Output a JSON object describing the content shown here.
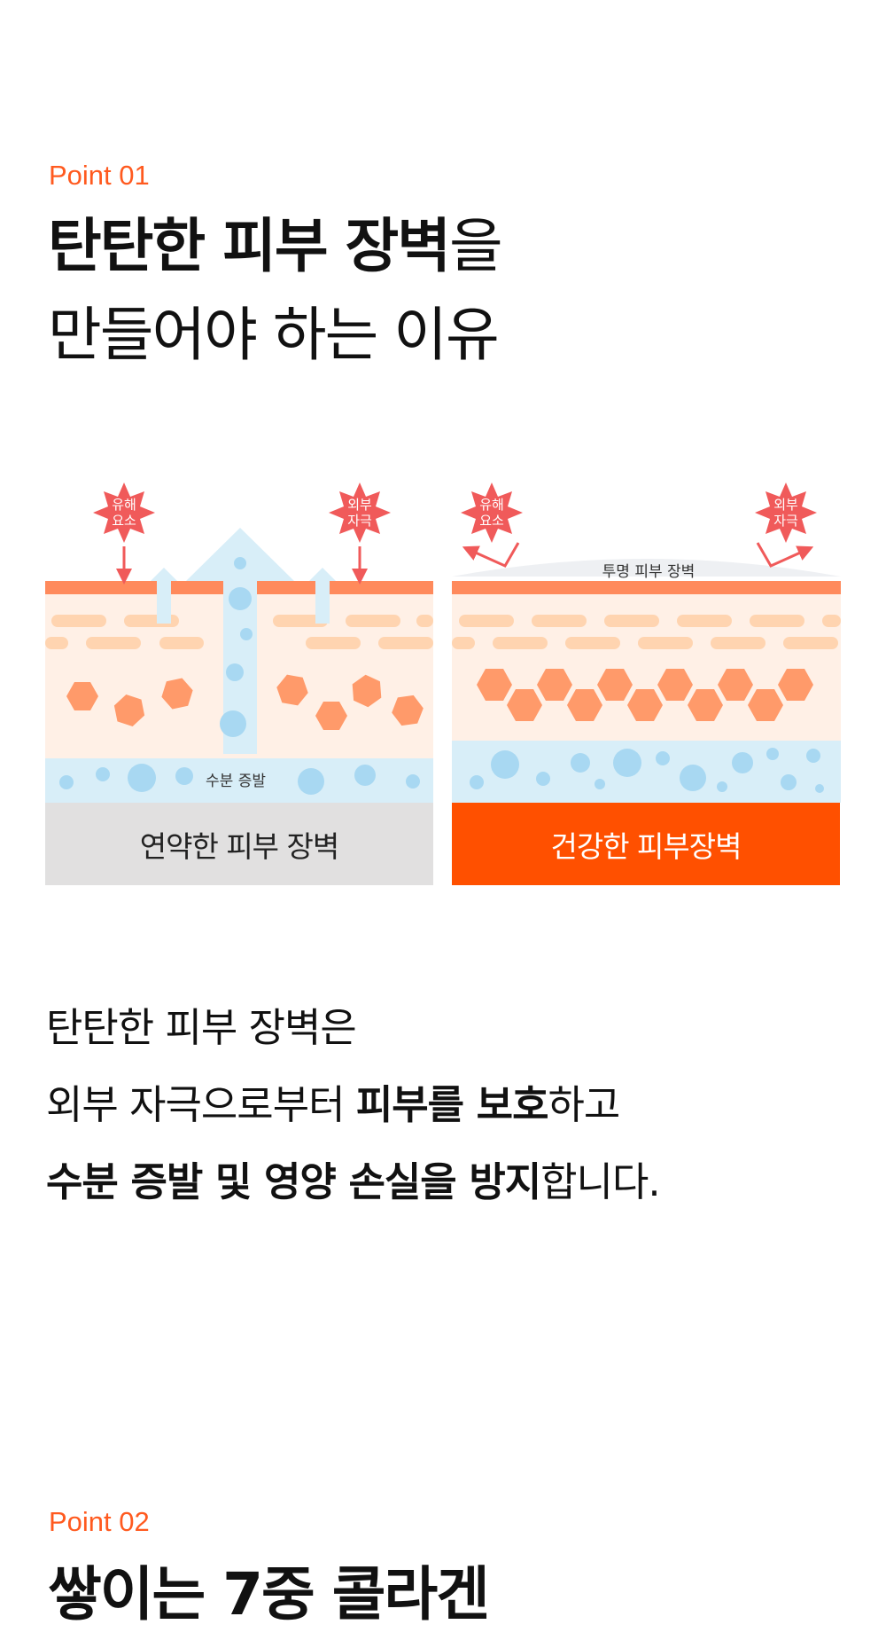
{
  "section1": {
    "point_label": "Point 01",
    "title_line1_bold": "탄탄한 피부 장벽",
    "title_line1_rest": "을",
    "title_line2": "만들어야 하는 이유"
  },
  "illustration": {
    "weak": {
      "badge_left": [
        "유해",
        "요소"
      ],
      "badge_right": [
        "외부",
        "자극"
      ],
      "moisture_label": "수분 증발",
      "caption": "연약한 피부 장벽"
    },
    "strong": {
      "badge_left": [
        "유해",
        "요소"
      ],
      "badge_right": [
        "외부",
        "자극"
      ],
      "film_label": "투명 피부 장벽",
      "caption": "건강한 피부장벽"
    },
    "colors": {
      "accent": "#ff5000",
      "badge": "#f05a5a",
      "hexagon": "#ff9a6a",
      "skin_layer": "#fff0e6",
      "moisture_layer": "#d8eef8",
      "bubble": "#a8d8f2",
      "weak_caption_bg": "#e1e0e0"
    }
  },
  "body": {
    "line1": "탄탄한 피부 장벽은",
    "line2_pre": "외부 자극으로부터 ",
    "line2_bold": "피부를 보호",
    "line2_post": "하고",
    "line3_bold": "수분 증발 및 영양 손실을 방지",
    "line3_post": "합니다."
  },
  "section2": {
    "point_label": "Point 02",
    "title": "쌓이는 7중 콜라겐"
  }
}
